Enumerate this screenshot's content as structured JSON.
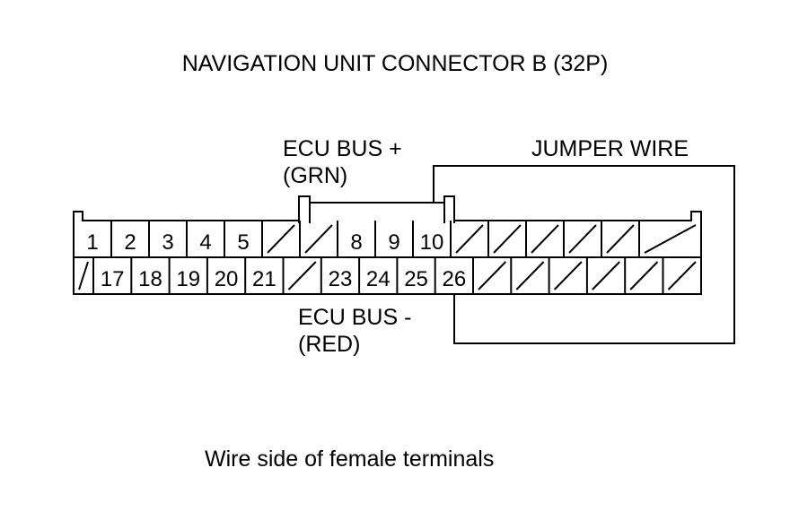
{
  "title": "NAVIGATION UNIT CONNECTOR B (32P)",
  "labels": {
    "ecu_bus_plus": "ECU BUS +",
    "ecu_bus_plus_color": "(GRN)",
    "jumper_wire": "JUMPER WIRE",
    "ecu_bus_minus": "ECU BUS -",
    "ecu_bus_minus_color": "(RED)"
  },
  "caption": "Wire side of female terminals",
  "connector": {
    "top_row": [
      "1",
      "2",
      "3",
      "4",
      "5",
      "",
      "",
      "8",
      "9",
      "10",
      "",
      "",
      "",
      "",
      "",
      ""
    ],
    "bottom_row": [
      "",
      "17",
      "18",
      "19",
      "20",
      "21",
      "",
      "23",
      "24",
      "25",
      "26",
      "",
      "",
      "",
      "",
      "",
      ""
    ]
  }
}
